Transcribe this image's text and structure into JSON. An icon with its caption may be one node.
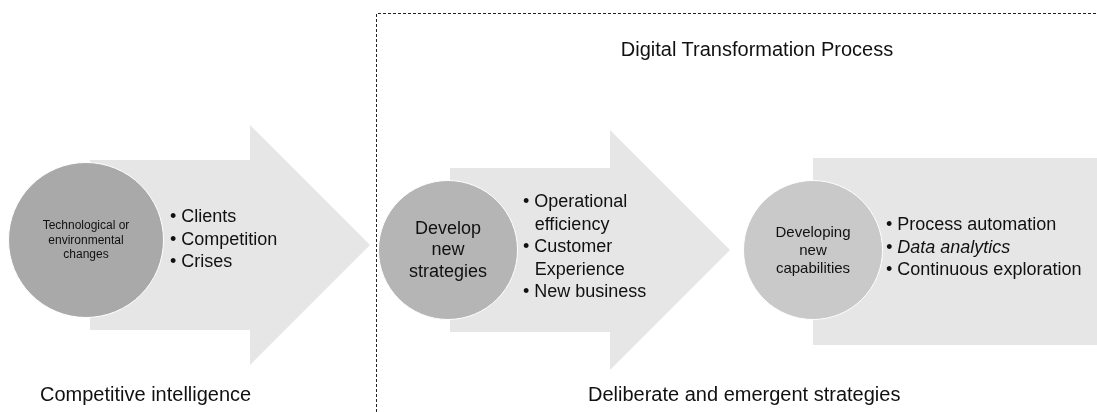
{
  "diagram": {
    "title": "Digital Transformation Process",
    "nodes": [
      {
        "text": [
          "Technological or environmental changes"
        ]
      },
      {
        "text": [
          "• Clients",
          "• Competition",
          "• Crises"
        ]
      },
      {
        "text": [
          "Develop new strategies"
        ]
      },
      {
        "text": [
          "• Operational efficiency",
          "• Customer Experience",
          "• New business"
        ]
      },
      {
        "text": [
          "Developing new capabilities"
        ]
      },
      {
        "text": [
          "• Process automation",
          "• Data analytics",
          "• Continuous exploration"
        ]
      }
    ],
    "labels": [
      "Competitive intelligence",
      "Deliberate and emergent strategies"
    ]
  }
}
